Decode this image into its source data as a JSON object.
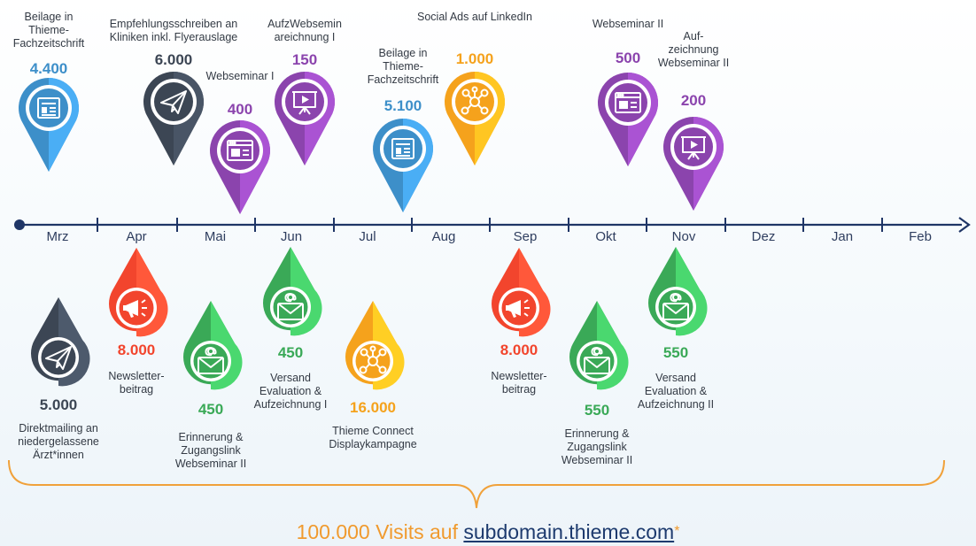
{
  "months": [
    "Mrz",
    "Apr",
    "Mai",
    "Jun",
    "Jul",
    "Aug",
    "Sep",
    "Okt",
    "Nov",
    "Dez",
    "Jan",
    "Feb"
  ],
  "colors": {
    "blue": "#3d8fc9",
    "dark": "#3c4654",
    "purple": "#8b44ad",
    "orange": "#f5a21c",
    "red": "#f2452d",
    "green": "#3aa957",
    "axis": "#1f3566",
    "brace": "#f0a13a"
  },
  "above": [
    {
      "id": "beilage1",
      "label": "Beilage in\nThieme-\nFachzeitschrift",
      "value": "4.400",
      "color": "blue",
      "icon": "newspaper-icon"
    },
    {
      "id": "empf",
      "label": "Empfehlungsschreiben an\nKliniken inkl. Flyerauslage",
      "value": "6.000",
      "color": "dark",
      "icon": "paper-plane-icon"
    },
    {
      "id": "web1",
      "label": "Webseminar I",
      "value": "400",
      "color": "purple",
      "icon": "web-window-icon"
    },
    {
      "id": "aufz1",
      "label": "AufzWebsemin\nareichnung I",
      "value": "150",
      "color": "purple",
      "icon": "presentation-icon"
    },
    {
      "id": "beilage2",
      "label": "Beilage in\nThieme-\nFachzeitschrift",
      "value": "5.100",
      "color": "blue",
      "icon": "newspaper-icon"
    },
    {
      "id": "social",
      "label": "Social Ads auf LinkedIn",
      "value": "1.000",
      "color": "orange",
      "icon": "network-icon"
    },
    {
      "id": "web2",
      "label": "Webseminar II",
      "value": "500",
      "color": "purple",
      "icon": "web-window-icon"
    },
    {
      "id": "aufz2",
      "label": "Auf-\nzeichnung\nWebseminar II",
      "value": "200",
      "color": "purple",
      "icon": "presentation-icon"
    }
  ],
  "below": [
    {
      "id": "direkt",
      "label": "Direktmailing an\nniedergelassene\nÄrzt*innen",
      "value": "5.000",
      "color": "dark",
      "icon": "paper-plane-icon"
    },
    {
      "id": "news1",
      "label": "Newsletter-\nbeitrag",
      "value": "8.000",
      "color": "red",
      "icon": "megaphone-icon"
    },
    {
      "id": "erinn1",
      "label": "Erinnerung &\nZugangslink\nWebseminar II",
      "value": "450",
      "color": "green",
      "icon": "email-icon"
    },
    {
      "id": "versand1",
      "label": "Versand\nEvaluation &\nAufzeichnung I",
      "value": "450",
      "color": "green",
      "icon": "email-icon"
    },
    {
      "id": "display",
      "label": "Thieme Connect\nDisplaykampagne",
      "value": "16.000",
      "color": "orange",
      "icon": "network-icon"
    },
    {
      "id": "news2",
      "label": "Newsletter-\nbeitrag",
      "value": "8.000",
      "color": "red",
      "icon": "megaphone-icon"
    },
    {
      "id": "erinn2",
      "label": "Erinnerung &\nZugangslink\nWebseminar II",
      "value": "550",
      "color": "green",
      "icon": "email-icon"
    },
    {
      "id": "versand2",
      "label": "Versand\nEvaluation &\nAufzeichnung II",
      "value": "550",
      "color": "green",
      "icon": "email-icon"
    }
  ],
  "footer": {
    "prefix": "100.000 Visits auf ",
    "link": "subdomain.thieme.com",
    "suffix": "*"
  }
}
